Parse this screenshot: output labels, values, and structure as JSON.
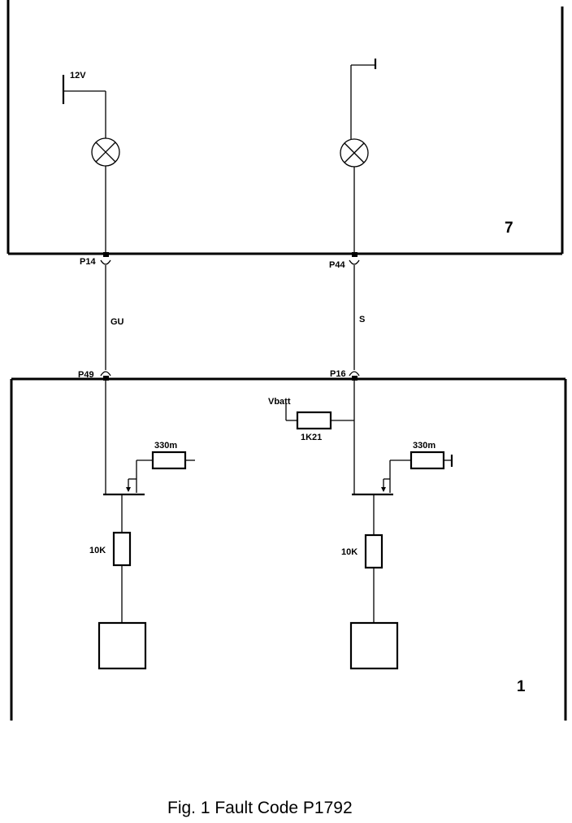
{
  "module_top": {
    "number": "7"
  },
  "module_bottom": {
    "number": "1"
  },
  "labels": {
    "supply_12v": "12V",
    "pin_p14": "P14",
    "pin_p44": "P44",
    "pin_p49": "P49",
    "pin_p16": "P16",
    "wire_gu": "GU",
    "wire_s": "S",
    "vbatt": "Vbatt",
    "res_pullup": "1K21",
    "res_shunt_left": "330m",
    "res_shunt_right": "330m",
    "res_10k_left": "10K",
    "res_10k_right": "10K"
  },
  "caption": "Fig. 1 Fault Code P1792"
}
